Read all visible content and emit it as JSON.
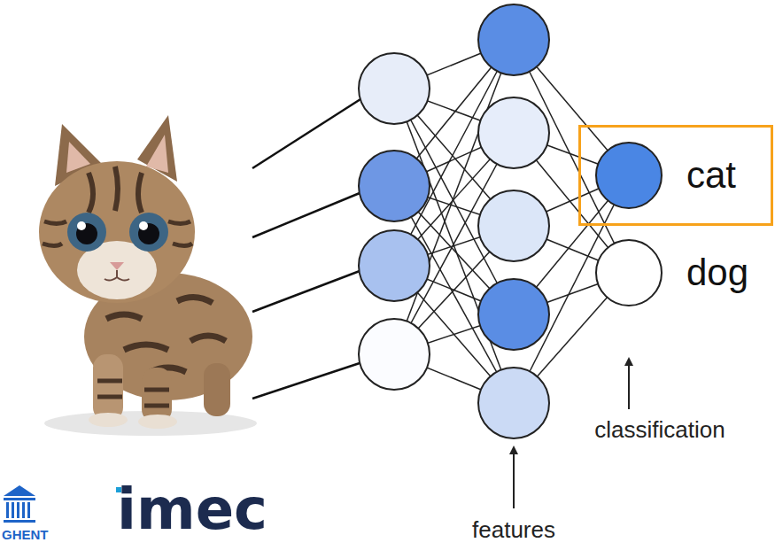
{
  "diagram": {
    "nodes": [
      {
        "text": [
          "cat"
        ]
      },
      {
        "text": [
          "dog"
        ]
      }
    ],
    "labels": [
      "classification",
      "features",
      "GHENT",
      "imec"
    ]
  }
}
